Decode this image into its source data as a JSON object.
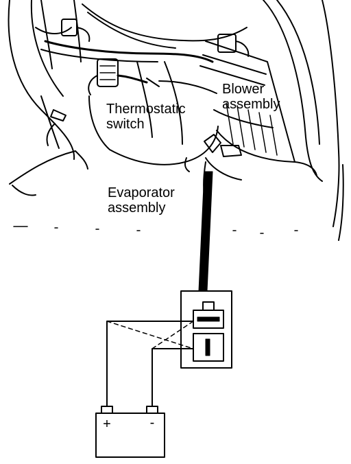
{
  "labels": {
    "blower": {
      "line1": "Blower",
      "line2": "assembly"
    },
    "thermostatic": {
      "line1": "Thermostatic",
      "line2": "switch"
    },
    "evaporator": {
      "line1": "Evaporator",
      "line2": "assembly"
    }
  },
  "battery": {
    "positive": "+",
    "negative": "-"
  },
  "colors": {
    "ink": "#000000",
    "background": "#ffffff"
  }
}
